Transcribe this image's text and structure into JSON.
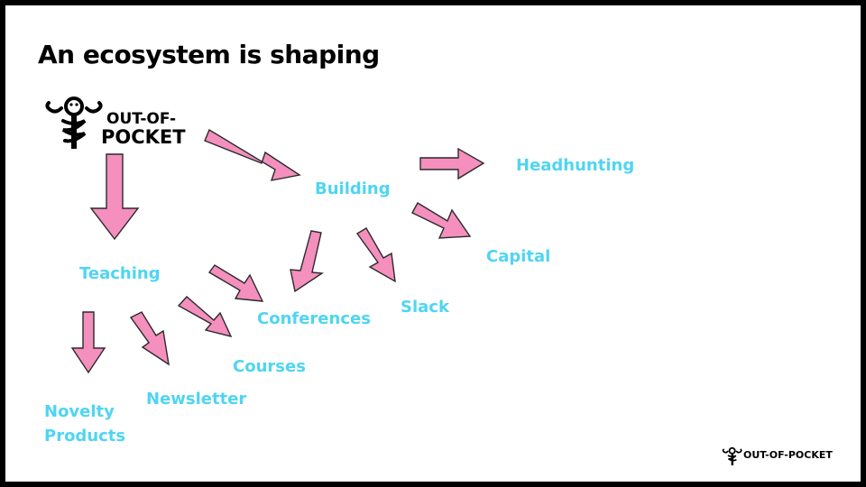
{
  "title": "An ecosystem is shaping",
  "logo": {
    "line1": "OUT-OF-",
    "line2": "POCKET"
  },
  "footer_logo": {
    "text": "OUT-OF-POCKET"
  },
  "nodes": {
    "building": "Building",
    "headhunting": "Headhunting",
    "capital": "Capital",
    "teaching": "Teaching",
    "conferences": "Conferences",
    "slack": "Slack",
    "courses": "Courses",
    "newsletter": "Newsletter",
    "novelty_line1": "Novelty",
    "novelty_line2": "Products"
  },
  "colors": {
    "node_text": "#4fd5f2",
    "arrow_fill": "#f48fbe",
    "arrow_stroke": "#2a2a2a",
    "border": "#000000"
  },
  "icons": [
    "caduceus-logo-icon"
  ]
}
